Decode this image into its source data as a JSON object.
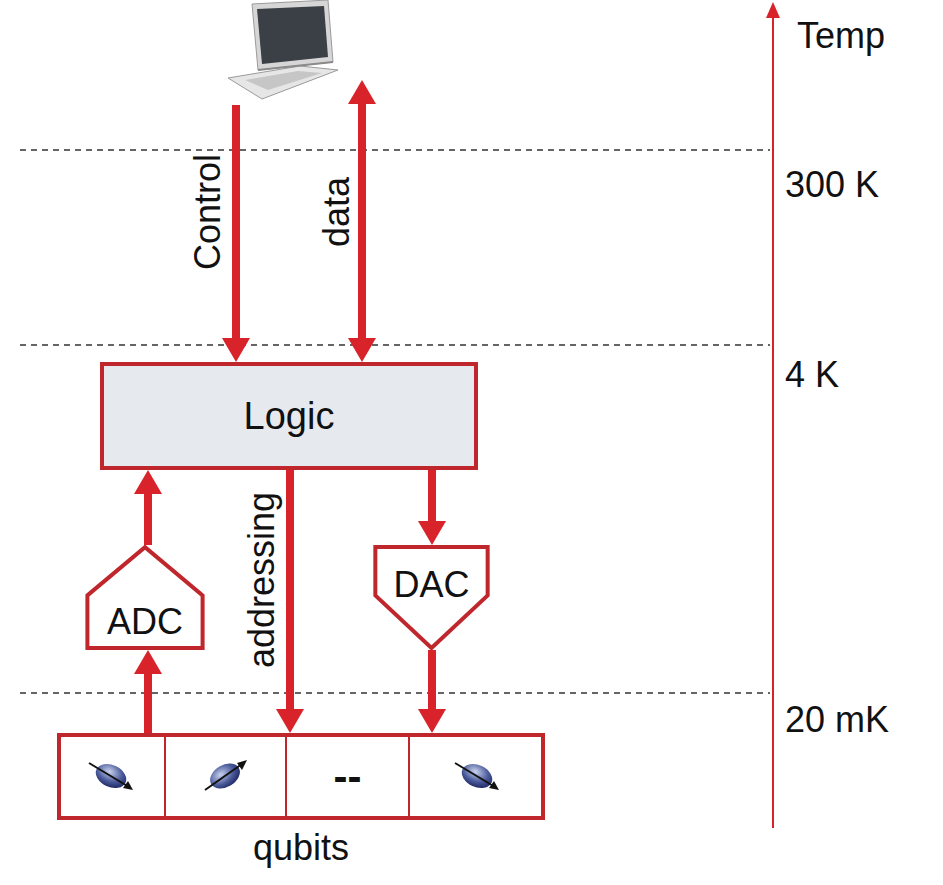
{
  "diagram": {
    "nodes": [
      {
        "text": [
          "Logic"
        ]
      },
      {
        "text": [
          "ADC"
        ]
      },
      {
        "text": [
          "DAC"
        ]
      },
      {
        "text": [
          "qubits"
        ]
      },
      {
        "text": [
          "--"
        ],
        "in": 3
      }
    ],
    "edges": [
      {
        "from": 1,
        "to": 0,
        "arrow": "to"
      },
      {
        "from": 3,
        "to": 1,
        "arrow": "to"
      },
      {
        "from": 0,
        "to": 3,
        "label": "addressing",
        "arrow": "to"
      },
      {
        "from": 0,
        "to": 2,
        "arrow": "to"
      },
      {
        "from": 2,
        "to": 3,
        "arrow": "to"
      }
    ],
    "labels": [
      "Control",
      "data",
      "Temp",
      "300 K",
      "4 K",
      "20 mK"
    ]
  }
}
